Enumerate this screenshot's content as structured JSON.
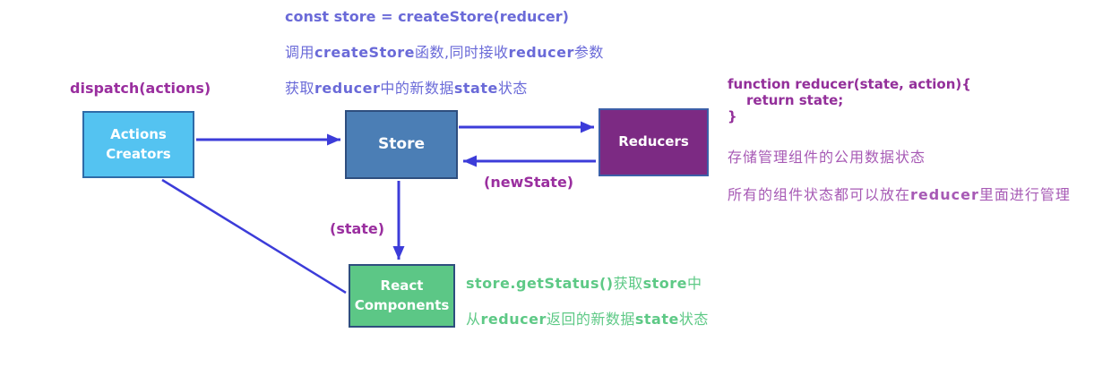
{
  "colors": {
    "arrow": "#3c3cd9",
    "label_purple": "#9a2f9f",
    "top_blue": "#6a6ad8",
    "code_purple": "#932f9a",
    "note_purple": "#a75ab5",
    "green_text": "#5ec986",
    "box_text": "#ffffff",
    "actions_fill": "#54c3f1",
    "actions_border": "#2e6ba8",
    "store_fill": "#4b7eb5",
    "store_border": "#2e4e7e",
    "reducers_fill": "#7c2a83",
    "reducers_border": "#3d5fa8",
    "react_fill": "#5cc786",
    "react_border": "#2e4e7e"
  },
  "top_notes": {
    "code": [
      {
        "t": "const store = createStore(reducer)",
        "b": true
      }
    ],
    "line2": [
      {
        "t": "调用",
        "b": false
      },
      {
        "t": "createStore",
        "b": true
      },
      {
        "t": "函数,同时接收",
        "b": false
      },
      {
        "t": "reducer",
        "b": true
      },
      {
        "t": "参数",
        "b": false
      }
    ],
    "line3": [
      {
        "t": "获取",
        "b": false
      },
      {
        "t": "reducer",
        "b": true
      },
      {
        "t": "中的新数据",
        "b": false
      },
      {
        "t": "state",
        "b": true
      },
      {
        "t": "状态",
        "b": false
      }
    ]
  },
  "labels": {
    "dispatch": "dispatch(actions)",
    "new_state": "(newState)",
    "state": "(state)"
  },
  "boxes": {
    "actions_creators": {
      "line1": "Actions",
      "line2": "Creators"
    },
    "store": {
      "label": "Store"
    },
    "reducers": {
      "label": "Reducers"
    },
    "react_components": {
      "line1": "React",
      "line2": "Components"
    }
  },
  "reducer_notes": {
    "fn_line1": [
      {
        "t": "function reducer(state, action){",
        "b": true
      }
    ],
    "fn_line2": [
      {
        "t": "return state;",
        "b": true
      }
    ],
    "fn_line3": [
      {
        "t": "}",
        "b": true
      }
    ],
    "note1": [
      {
        "t": "存储管理组件的公用数据状态",
        "b": false
      }
    ],
    "note2": [
      {
        "t": "所有的组件状态都可以放在",
        "b": false
      },
      {
        "t": "reducer",
        "b": true
      },
      {
        "t": "里面进行管理",
        "b": false
      }
    ]
  },
  "react_notes": {
    "line1": [
      {
        "t": "store.getStatus()",
        "b": true
      },
      {
        "t": "获取",
        "b": false
      },
      {
        "t": "store",
        "b": true
      },
      {
        "t": "中",
        "b": false
      }
    ],
    "line2": [
      {
        "t": "从",
        "b": false
      },
      {
        "t": "reducer",
        "b": true
      },
      {
        "t": "返回的新数据",
        "b": false
      },
      {
        "t": "state",
        "b": true
      },
      {
        "t": "状态",
        "b": false
      }
    ]
  }
}
